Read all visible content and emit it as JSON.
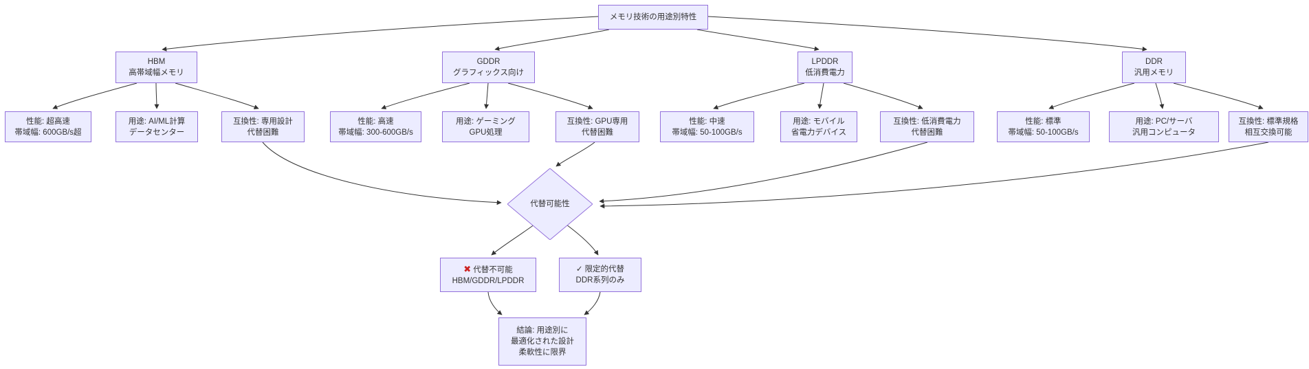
{
  "diagram": {
    "type": "flowchart",
    "title": "メモリ技術の用途別特性",
    "colors": {
      "node_fill": "#ECECFF",
      "node_border": "#9370DB",
      "edge": "#333333",
      "text": "#333333",
      "cross": "#CC2222",
      "background": "#FFFFFF"
    },
    "nodes": {
      "root": {
        "lines": [
          "メモリ技術の用途別特性"
        ]
      },
      "hbm": {
        "lines": [
          "HBM",
          "高帯域幅メモリ"
        ]
      },
      "gddr": {
        "lines": [
          "GDDR",
          "グラフィックス向け"
        ]
      },
      "lpddr": {
        "lines": [
          "LPDDR",
          "低消費電力"
        ]
      },
      "ddr": {
        "lines": [
          "DDR",
          "汎用メモリ"
        ]
      },
      "hbm_perf": {
        "lines": [
          "性能: 超高速",
          "帯域幅: 600GB/s超"
        ]
      },
      "hbm_use": {
        "lines": [
          "用途: AI/ML計算",
          "データセンター"
        ]
      },
      "hbm_compat": {
        "lines": [
          "互換性: 専用設計",
          "代替困難"
        ]
      },
      "gddr_perf": {
        "lines": [
          "性能: 高速",
          "帯域幅: 300-600GB/s"
        ]
      },
      "gddr_use": {
        "lines": [
          "用途: ゲーミング",
          "GPU処理"
        ]
      },
      "gddr_compat": {
        "lines": [
          "互換性: GPU専用",
          "代替困難"
        ]
      },
      "lpddr_perf": {
        "lines": [
          "性能: 中速",
          "帯域幅: 50-100GB/s"
        ]
      },
      "lpddr_use": {
        "lines": [
          "用途: モバイル",
          "省電力デバイス"
        ]
      },
      "lpddr_compat": {
        "lines": [
          "互換性: 低消費電力",
          "代替困難"
        ]
      },
      "ddr_perf": {
        "lines": [
          "性能: 標準",
          "帯域幅: 50-100GB/s"
        ]
      },
      "ddr_use": {
        "lines": [
          "用途: PC/サーバ",
          "汎用コンピュータ"
        ]
      },
      "ddr_compat": {
        "lines": [
          "互換性: 標準規格",
          "相互交換可能"
        ]
      },
      "decision": {
        "lines": [
          "代替可能性"
        ],
        "shape": "diamond"
      },
      "no_replace": {
        "icon": "✖",
        "lines": [
          "代替不可能",
          "HBM/GDDR/LPDDR"
        ]
      },
      "limited": {
        "icon": "✓",
        "lines": [
          "限定的代替",
          "DDR系列のみ"
        ]
      },
      "conclusion": {
        "lines": [
          "結論: 用途別に",
          "最適化された設計",
          "柔軟性に限界"
        ]
      }
    },
    "edges": [
      {
        "from": "root",
        "to": "hbm"
      },
      {
        "from": "root",
        "to": "gddr"
      },
      {
        "from": "root",
        "to": "lpddr"
      },
      {
        "from": "root",
        "to": "ddr"
      },
      {
        "from": "hbm",
        "to": "hbm_perf"
      },
      {
        "from": "hbm",
        "to": "hbm_use"
      },
      {
        "from": "hbm",
        "to": "hbm_compat"
      },
      {
        "from": "gddr",
        "to": "gddr_perf"
      },
      {
        "from": "gddr",
        "to": "gddr_use"
      },
      {
        "from": "gddr",
        "to": "gddr_compat"
      },
      {
        "from": "lpddr",
        "to": "lpddr_perf"
      },
      {
        "from": "lpddr",
        "to": "lpddr_use"
      },
      {
        "from": "lpddr",
        "to": "lpddr_compat"
      },
      {
        "from": "ddr",
        "to": "ddr_perf"
      },
      {
        "from": "ddr",
        "to": "ddr_use"
      },
      {
        "from": "ddr",
        "to": "ddr_compat"
      },
      {
        "from": "hbm_compat",
        "to": "decision"
      },
      {
        "from": "gddr_compat",
        "to": "decision"
      },
      {
        "from": "lpddr_compat",
        "to": "decision"
      },
      {
        "from": "ddr_compat",
        "to": "decision"
      },
      {
        "from": "decision",
        "to": "no_replace"
      },
      {
        "from": "decision",
        "to": "limited"
      },
      {
        "from": "no_replace",
        "to": "conclusion"
      },
      {
        "from": "limited",
        "to": "conclusion"
      }
    ]
  }
}
